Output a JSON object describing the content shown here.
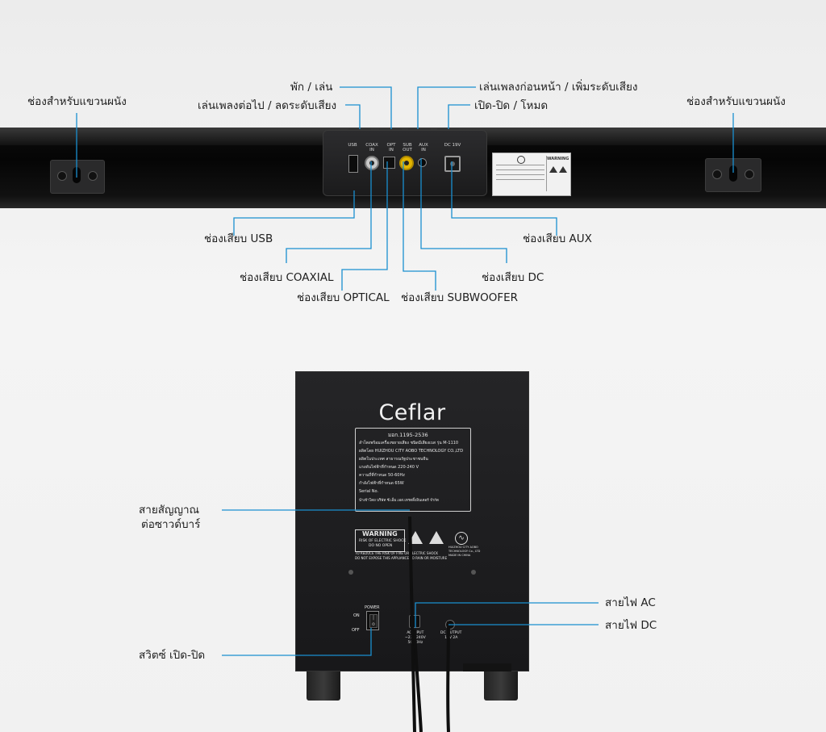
{
  "soundbar": {
    "labels": {
      "wall_mount_left": "ช่องสำหรับแขวนผนัง",
      "wall_mount_right": "ช่องสำหรับแขวนผนัง",
      "play_pause": "พัก / เล่น",
      "next_vol_down": "เล่นเพลงต่อไป / ลดระดับเสียง",
      "prev_vol_up": "เล่นเพลงก่อนหน้า / เพิ่มระดับเสียง",
      "power_mode": "เปิด-ปิด / โหมด",
      "usb_port": "ช่องเสียบ USB",
      "coaxial_port": "ช่องเสียบ COAXIAL",
      "optical_port": "ช่องเสียบ OPTICAL",
      "subwoofer_port": "ช่องเสียบ SUBWOOFER",
      "dc_port": "ช่องเสียบ DC",
      "aux_port": "ช่องเสียบ AUX"
    },
    "port_marks": {
      "usb": "USB",
      "coax": "COAX\nIN",
      "opt": "OPT\nIN",
      "sub": "SUB\nOUT",
      "aux": "AUX\nIN",
      "dc": "DC 19V"
    },
    "sticker_title": "WARNING"
  },
  "subwoofer": {
    "brand": "Ceflar",
    "plate": {
      "line1": "มอก.1195-2536",
      "line2": "ลำโพงพร้อมเครื่องขยายเสียง ชนิดมีเสียงเบส รุ่น M-1110",
      "line3": "ผลิตโดย HUIZHOU CITY AOBO TECHNOLOGY CO.,LTD",
      "line4": "ผลิตในประเทศ สาธารณรัฐประชาชนจีน",
      "line5": "แรงดันไฟฟ้าที่กำหนด 220-240 V",
      "line6": "ความถี่ที่กำหนด 50-60Hz",
      "line7": "กำลังไฟฟ้าที่กำหนด 65W",
      "line8": "Serial No.",
      "line9": "นำเข้าโดย บริษัท ซี.เอ็ม.เอส.เทรดดิ้งอินเตอร์ จำกัด"
    },
    "warning": {
      "title": "WARNING",
      "sub1": "RISK OF ELECTRIC SHOCK",
      "sub2": "DO NO OPEN",
      "note1": "TO REDUCE THE RISK OF FIRE OR ELECTRIC SHOCK",
      "note2": "DO NOT EXPOSE THIS APPLIANCE TO RAIN OR MOISTURE",
      "maker1": "HUIZHOU CITY AOBO",
      "maker2": "TECHNOLOGY Co., LTD",
      "maker3": "MADE IN CHINA"
    },
    "switch": {
      "title": "POWER",
      "on": "ON",
      "off": "OFF"
    },
    "ac_mark": "AC INPUT\n~220-240V\n50/60Hz",
    "dc_mark": "DC OUTPUT\n19V 2A",
    "labels": {
      "signal_cable_1": "สายสัญญาณ",
      "signal_cable_2": "ต่อซาวด์บาร์",
      "power_switch": "สวิตซ์ เปิด-ปิด",
      "ac_cable": "สายไฟ AC",
      "dc_cable": "สายไฟ DC"
    }
  },
  "colors": {
    "leader_line": "#1a8fd0",
    "soundbar_body": "#0d0d0d",
    "subwoofer_body": "#1b1b1d"
  }
}
